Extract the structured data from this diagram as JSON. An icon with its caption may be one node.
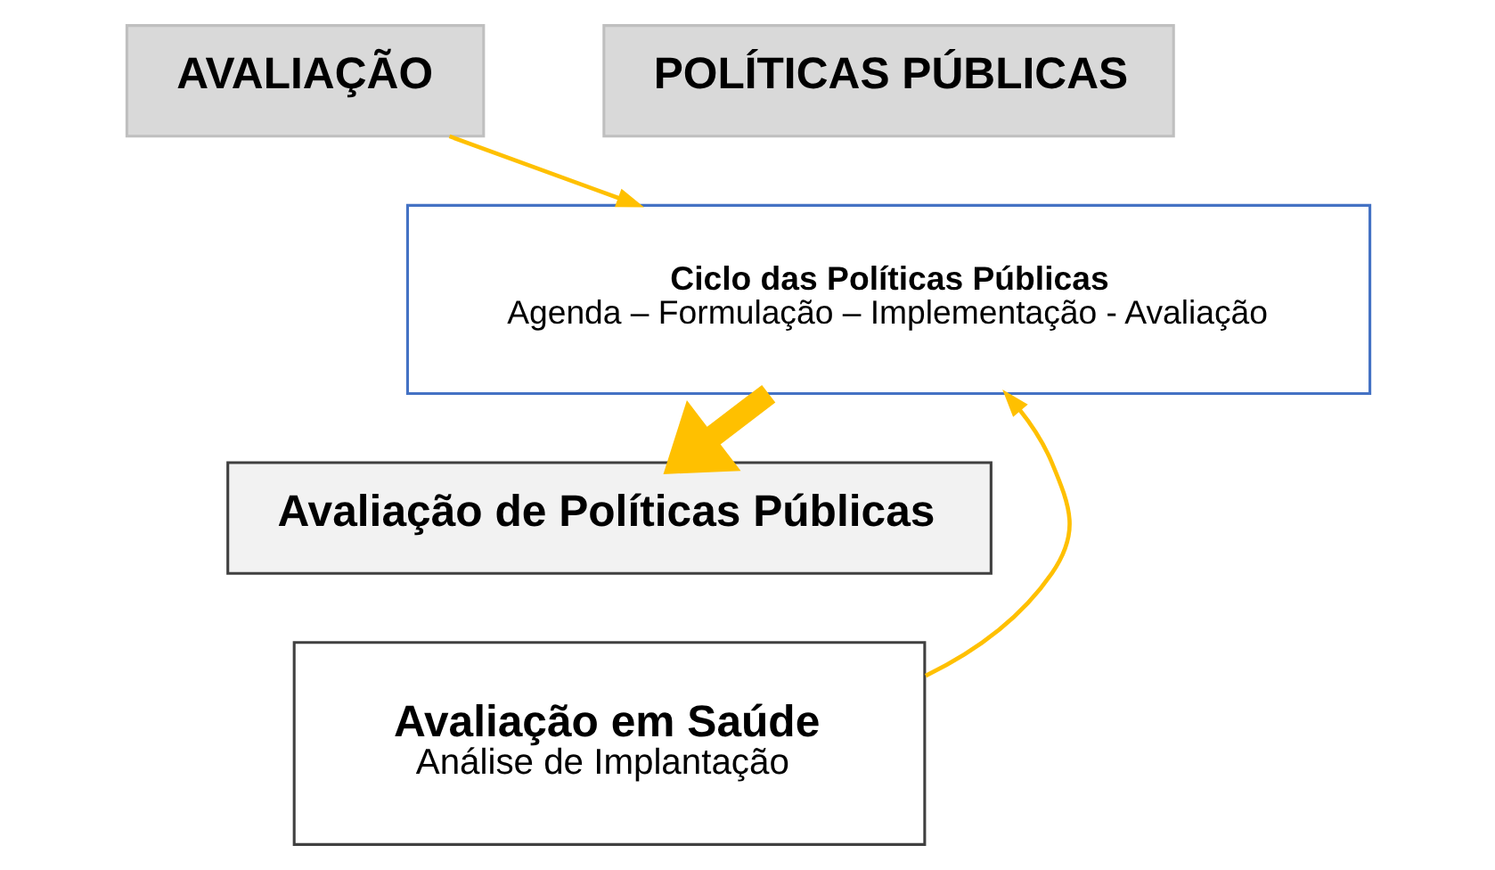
{
  "diagram": {
    "nodes": [
      {
        "text": [
          "AVALIAÇÃO"
        ]
      },
      {
        "text": [
          "POLÍTICAS PÚBLICAS"
        ]
      },
      {
        "text": [
          "Ciclo das Políticas Públicas",
          "Agenda – Formulação – Implementação - Avaliação"
        ]
      },
      {
        "text": [
          "Avaliação de Políticas Públicas"
        ]
      },
      {
        "text": [
          "Avaliação em Saúde",
          "Análise de Implantação"
        ]
      }
    ],
    "edges": [
      {
        "from": 0,
        "to": 2,
        "arrow": "to"
      },
      {
        "from": 2,
        "to": 3,
        "arrow": "to",
        "style": "thick"
      },
      {
        "from": 4,
        "to": 2,
        "arrow": "to"
      }
    ]
  }
}
